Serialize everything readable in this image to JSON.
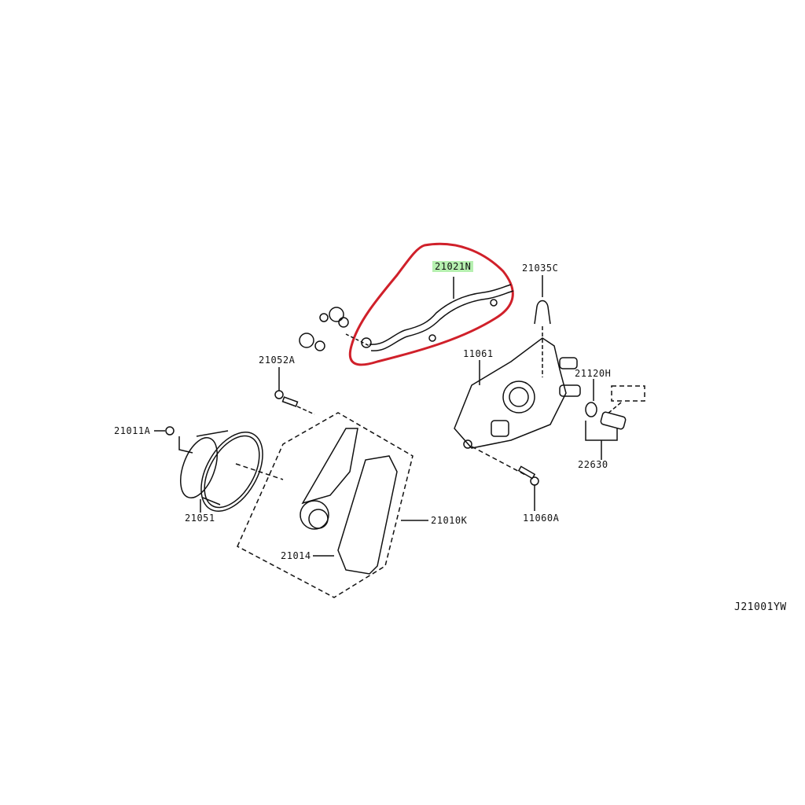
{
  "diagram": {
    "reference_code": "J21001YW",
    "highlight_color": "#b6f0b0",
    "callout_color": "#d0202a",
    "parts": [
      {
        "id": "p0",
        "label": "21021N",
        "highlighted": true,
        "name": "water hose/pipe assembly (circled)"
      },
      {
        "id": "p1",
        "label": "21035C",
        "name": "clip"
      },
      {
        "id": "p2",
        "label": "11061",
        "name": "water outlet / thermostat housing"
      },
      {
        "id": "p3",
        "label": "21120H",
        "name": "gasket / o-ring"
      },
      {
        "id": "p4",
        "label": "22630",
        "name": "temperature sensor"
      },
      {
        "id": "p5",
        "label": "11060A",
        "name": "bolt"
      },
      {
        "id": "p6",
        "label": "21052A",
        "name": "bolt"
      },
      {
        "id": "p7",
        "label": "21011A",
        "name": "bolt"
      },
      {
        "id": "p8",
        "label": "21051",
        "name": "water pump pulley"
      },
      {
        "id": "p9",
        "label": "21010K",
        "name": "water pump assembly"
      },
      {
        "id": "p10",
        "label": "21014",
        "name": "gasket"
      }
    ]
  }
}
